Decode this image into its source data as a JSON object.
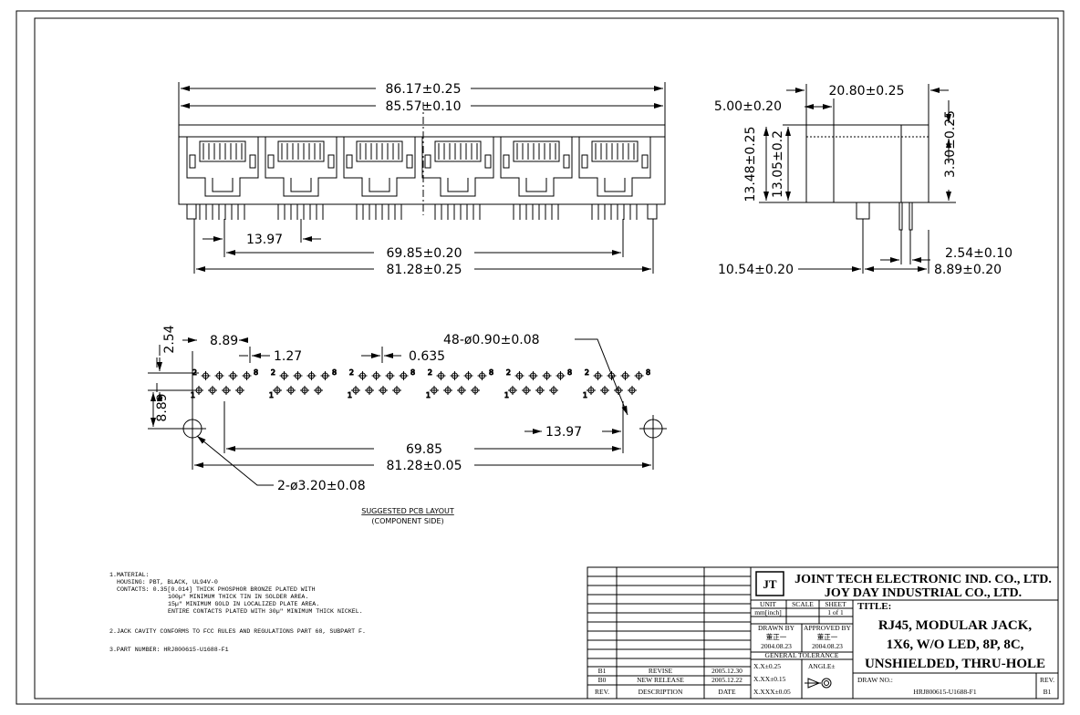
{
  "front_view": {
    "overall_width": "86.17±0.25",
    "body_width": "85.57±0.10",
    "port_pitch": "13.97",
    "post_span": "69.85±0.20",
    "pin_span": "81.28±0.25"
  },
  "side_view": {
    "depth": "20.80±0.25",
    "front_offset": "5.00±0.20",
    "total_height": "13.48±0.25",
    "body_height": "13.05±0.2",
    "top_height": "3.30±0.25",
    "pin_pitch": "2.54±0.10",
    "post_distance": "10.54±0.20",
    "pin_offset": "8.89±0.20"
  },
  "pcb_layout": {
    "row_pitch": "2.54",
    "pin_group_width": "8.89",
    "pin_pitch": "1.27",
    "pin_offset": "0.635",
    "hole_callout": "48-ø0.90±0.08",
    "row_spacing": "8.89",
    "port_pitch": "13.97",
    "post_span": "69.85",
    "hole_span": "81.28±0.05",
    "mount_hole_callout": "2-ø3.20±0.08",
    "pin_label_2": "2",
    "pin_label_8": "8",
    "pin_label_1": "1",
    "caption_line1": "SUGGESTED PCB LAYOUT",
    "caption_line2": "(COMPONENT SIDE)"
  },
  "notes": [
    "1.MATERIAL:",
    "HOUSING: PBT, BLACK, UL94V-0",
    "CONTACTS: 0.35[0.014] THICK PHOSPHOR BRONZE PLATED WITH",
    "100µ\" MINIMUM THICK TIN IN SOLDER AREA.",
    "15µ\" MINIMUM GOLD IN LOCALIZED PLATE AREA.",
    "ENTIRE CONTACTS PLATED WITH 30µ\" MINIMUM THICK NICKEL.",
    "2.JACK CAVITY CONFORMS TO FCC RULES AND REGULATIONS PART 68, SUBPART F.",
    "3.PART NUMBER: HRJ800615-U1688-F1"
  ],
  "title_block": {
    "company_en": "JOINT TECH ELECTRONIC IND. CO., LTD.",
    "company_en2": "JOY DAY INDUSTRIAL CO., LTD.",
    "unit_label": "UNIT",
    "unit_value": "mm[inch]",
    "scale_label": "SCALE",
    "sheet_label": "SHEET",
    "sheet_value": "1 of 1",
    "drawn_by_label": "DRAWN BY",
    "approved_by_label": "APPROVED BY",
    "drawn_by_name": "董正一",
    "approved_by_name": "董正一",
    "drawn_date": "2004.08.23",
    "approved_date": "2004.08.23",
    "tolerance_label": "GENERAL TOLERANCE",
    "angle_label": "ANGLE±",
    "tol_1": "X.X±0.25",
    "tol_2": "X.XX±0.15",
    "tol_3": "X.XXX±0.05",
    "title_label": "TITLE:",
    "title_line1": "RJ45, MODULAR JACK,",
    "title_line2": "1X6, W/O LED, 8P, 8C,",
    "title_line3": "UNSHIELDED, THRU-HOLE",
    "draw_no_label": "DRAW NO.:",
    "draw_no": "HRJ800615-U1688-F1",
    "rev_label": "REV.",
    "rev_value": "B1",
    "revisions": [
      {
        "rev": "B1",
        "description": "REVISE",
        "date": "2005.12.30"
      },
      {
        "rev": "B0",
        "description": "NEW RELEASE",
        "date": "2005.12.22"
      }
    ],
    "rev_header": "REV.",
    "desc_header": "DESCRIPTION",
    "date_header": "DATE"
  }
}
